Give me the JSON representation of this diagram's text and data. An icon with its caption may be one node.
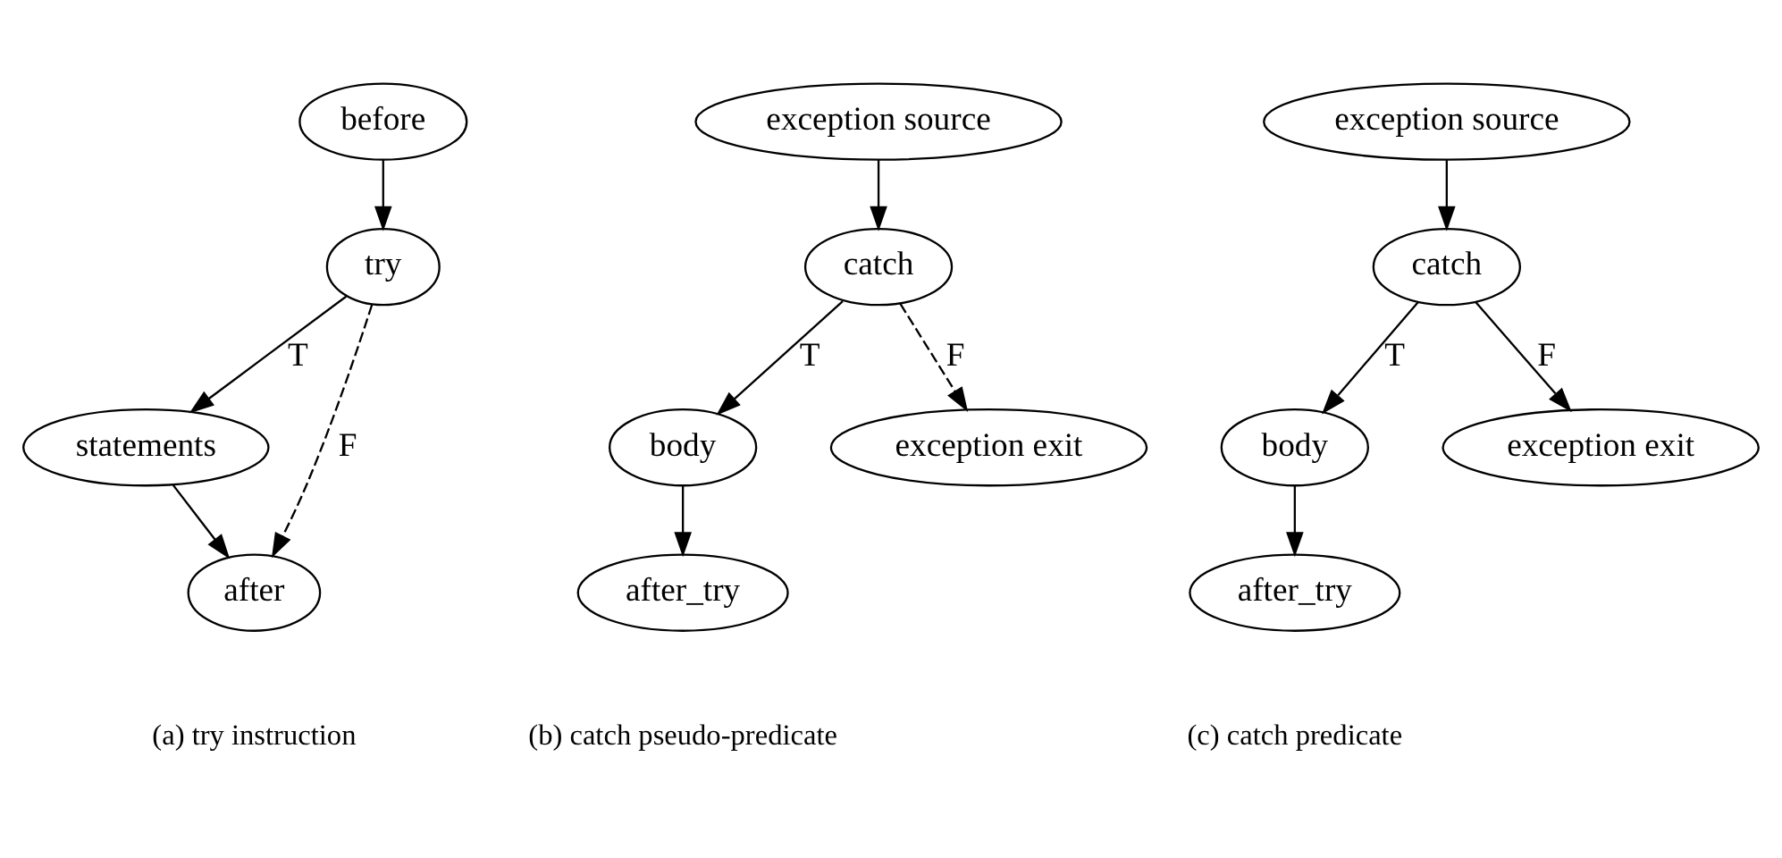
{
  "diagram": {
    "nodes": [
      {
        "text": [
          "before"
        ]
      },
      {
        "text": [
          "try"
        ]
      },
      {
        "text": [
          "statements"
        ]
      },
      {
        "text": [
          "after"
        ]
      },
      {
        "text": [
          "exception source"
        ]
      },
      {
        "text": [
          "catch"
        ]
      },
      {
        "text": [
          "body"
        ]
      },
      {
        "text": [
          "exception exit"
        ]
      },
      {
        "text": [
          "after_try"
        ]
      },
      {
        "text": [
          "exception source"
        ]
      },
      {
        "text": [
          "catch"
        ]
      },
      {
        "text": [
          "body"
        ]
      },
      {
        "text": [
          "exception exit"
        ]
      },
      {
        "text": [
          "after_try"
        ]
      }
    ],
    "edges": [
      {
        "from": 0,
        "to": 1,
        "arrow": "to"
      },
      {
        "from": 1,
        "to": 2,
        "arrow": "to",
        "label": "T"
      },
      {
        "from": 1,
        "to": 3,
        "arrow": "to",
        "label": "F",
        "style": "dashed"
      },
      {
        "from": 2,
        "to": 3,
        "arrow": "to"
      },
      {
        "from": 4,
        "to": 5,
        "arrow": "to"
      },
      {
        "from": 5,
        "to": 6,
        "arrow": "to",
        "label": "T"
      },
      {
        "from": 5,
        "to": 7,
        "arrow": "to",
        "label": "F",
        "style": "dashed"
      },
      {
        "from": 6,
        "to": 8,
        "arrow": "to"
      },
      {
        "from": 9,
        "to": 10,
        "arrow": "to"
      },
      {
        "from": 10,
        "to": 11,
        "arrow": "to",
        "label": "T"
      },
      {
        "from": 10,
        "to": 12,
        "arrow": "to",
        "label": "F"
      },
      {
        "from": 11,
        "to": 13,
        "arrow": "to"
      }
    ],
    "labels": [
      "(a) try instruction",
      "(b) catch pseudo-predicate",
      "(c) catch predicate"
    ]
  }
}
